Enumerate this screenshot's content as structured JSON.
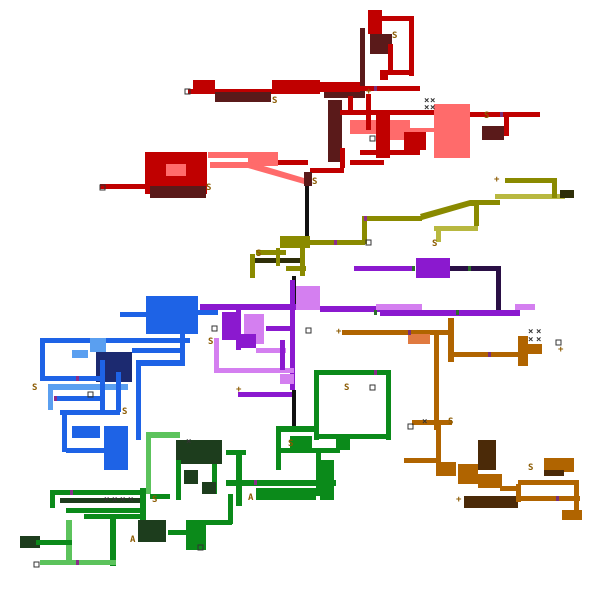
{
  "map": {
    "background": "#ffffff",
    "symbols": {
      "save": "S",
      "arrow": "A",
      "plus": "+",
      "cross": "×"
    },
    "regions": [
      {
        "id": "crimson",
        "colors": {
          "main": "#c00000",
          "dark": "#5a1a1a",
          "light": "#ff6b6b",
          "marker": "#7a2f7a"
        }
      },
      {
        "id": "olive",
        "colors": {
          "main": "#8a8a00",
          "dark": "#2e2e08",
          "light": "#b8b840",
          "marker": "#8e2b8e"
        }
      },
      {
        "id": "violet",
        "colors": {
          "main": "#8b19cf",
          "dark": "#2a0f45",
          "light": "#d47ff0",
          "marker": "#2c6e2c"
        }
      },
      {
        "id": "blue",
        "colors": {
          "main": "#1e63e6",
          "dark": "#1c2a70",
          "light": "#5a9ff0",
          "marker": "#8b2b8b"
        }
      },
      {
        "id": "green",
        "colors": {
          "main": "#0b8a1a",
          "dark": "#1d3d1d",
          "light": "#5cc35c",
          "marker": "#8b2b8b"
        }
      },
      {
        "id": "orange",
        "colors": {
          "main": "#b06400",
          "dark": "#4b2a08",
          "light": "#e07a40",
          "marker": "#7a2f7a"
        }
      }
    ]
  }
}
